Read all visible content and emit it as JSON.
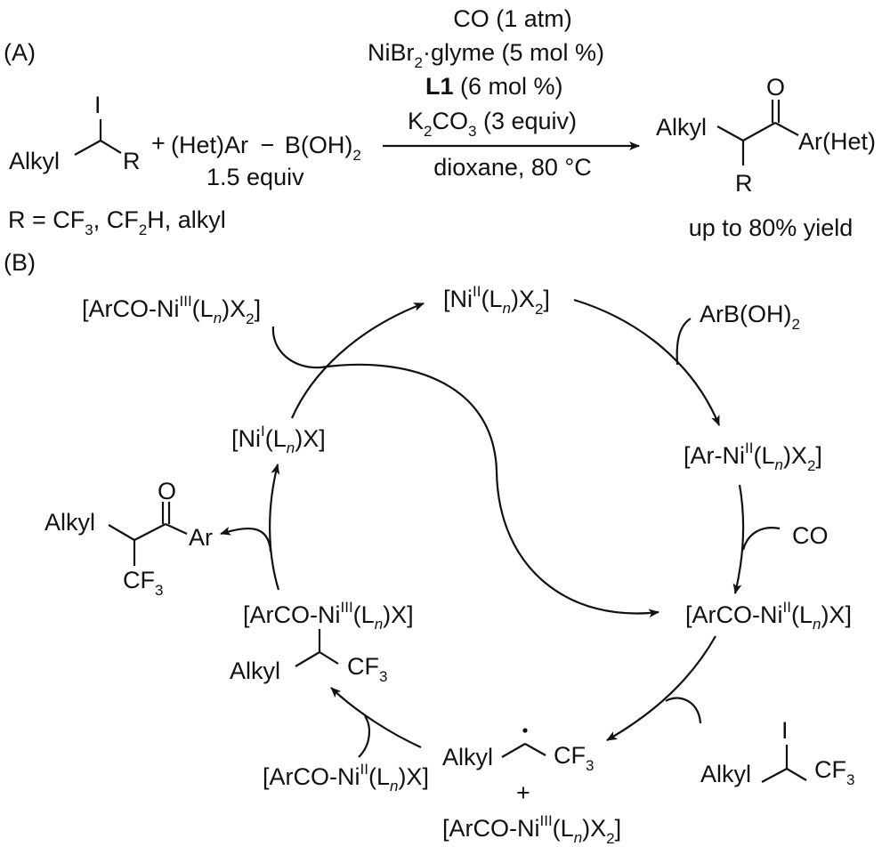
{
  "panel_a": {
    "label": "(A)",
    "reactant": {
      "top": "I",
      "left": "Alkyl",
      "right": "R"
    },
    "plus": "+",
    "boronic_acid": {
      "prefix": "(Het)Ar",
      "dash": "−",
      "b": "B(OH)",
      "sub": "2",
      "equiv": "1.5 equiv"
    },
    "conditions": {
      "line1": "CO (1 atm)",
      "line2_a": "NiBr",
      "line2_sub": "2",
      "line2_b": "·glyme (5 mol %)",
      "line3_bold": "L1",
      "line3_rest": " (6 mol %)",
      "line4_a": "K",
      "line4_sub1": "2",
      "line4_b": "CO",
      "line4_sub2": "3",
      "line4_c": " (3 equiv)",
      "below": "dioxane, 80 °C"
    },
    "r_definition": {
      "a": "R = CF",
      "sub1": "3",
      "b": ", CF",
      "sub2": "2",
      "c": "H, alkyl"
    },
    "product": {
      "left": "Alkyl",
      "oxygen": "O",
      "right": "Ar(Het)",
      "bottom": "R"
    },
    "yield": "up to 80% yield"
  },
  "panel_b": {
    "label": "(B)",
    "species": {
      "ni2": {
        "a": "[Ni",
        "sup": "II",
        "b": "(L",
        "n": "n",
        "c": ")X",
        "sub": "2",
        "d": "]"
      },
      "arni2": {
        "a": "[Ar-Ni",
        "sup": "II",
        "b": "(L",
        "n": "n",
        "c": ")X",
        "sub": "2",
        "d": "]"
      },
      "arconi2": {
        "a": "[ArCO-Ni",
        "sup": "II",
        "b": "(L",
        "n": "n",
        "c": ")X]"
      },
      "arconi3x2_top": {
        "a": "[ArCO-Ni",
        "sup": "III",
        "b": "(L",
        "n": "n",
        "c": ")X",
        "sub": "2",
        "d": "]"
      },
      "ni1": {
        "a": "[Ni",
        "sup": "I",
        "b": "(L",
        "n": "n",
        "c": ")X]"
      },
      "arconi3_alkyl": {
        "a": "[ArCO-Ni",
        "sup": "III",
        "b": "(L",
        "n": "n",
        "c": ")X]",
        "alkyl": "Alkyl",
        "cf3": "CF",
        "cf3_sub": "3"
      },
      "arconi2_bottom": {
        "a": "[ArCO-Ni",
        "sup": "II",
        "b": "(L",
        "n": "n",
        "c": ")X]"
      },
      "radical": {
        "alkyl": "Alkyl",
        "dot": "·",
        "cf3": "CF",
        "cf3_sub": "3",
        "plus": "+"
      },
      "arconi3x2_bottom": {
        "a": "[ArCO-Ni",
        "sup": "III",
        "b": "(L",
        "n": "n",
        "c": ")X",
        "sub": "2",
        "d": "]"
      }
    },
    "reagents": {
      "boronic": {
        "a": "ArB(OH)",
        "sub": "2"
      },
      "co": "CO",
      "alkyl_iodide": {
        "top": "I",
        "left": "Alkyl",
        "cf3": "CF",
        "cf3_sub": "3"
      }
    },
    "product": {
      "left": "Alkyl",
      "oxygen": "O",
      "right": "Ar",
      "cf3": "CF",
      "cf3_sub": "3"
    }
  }
}
